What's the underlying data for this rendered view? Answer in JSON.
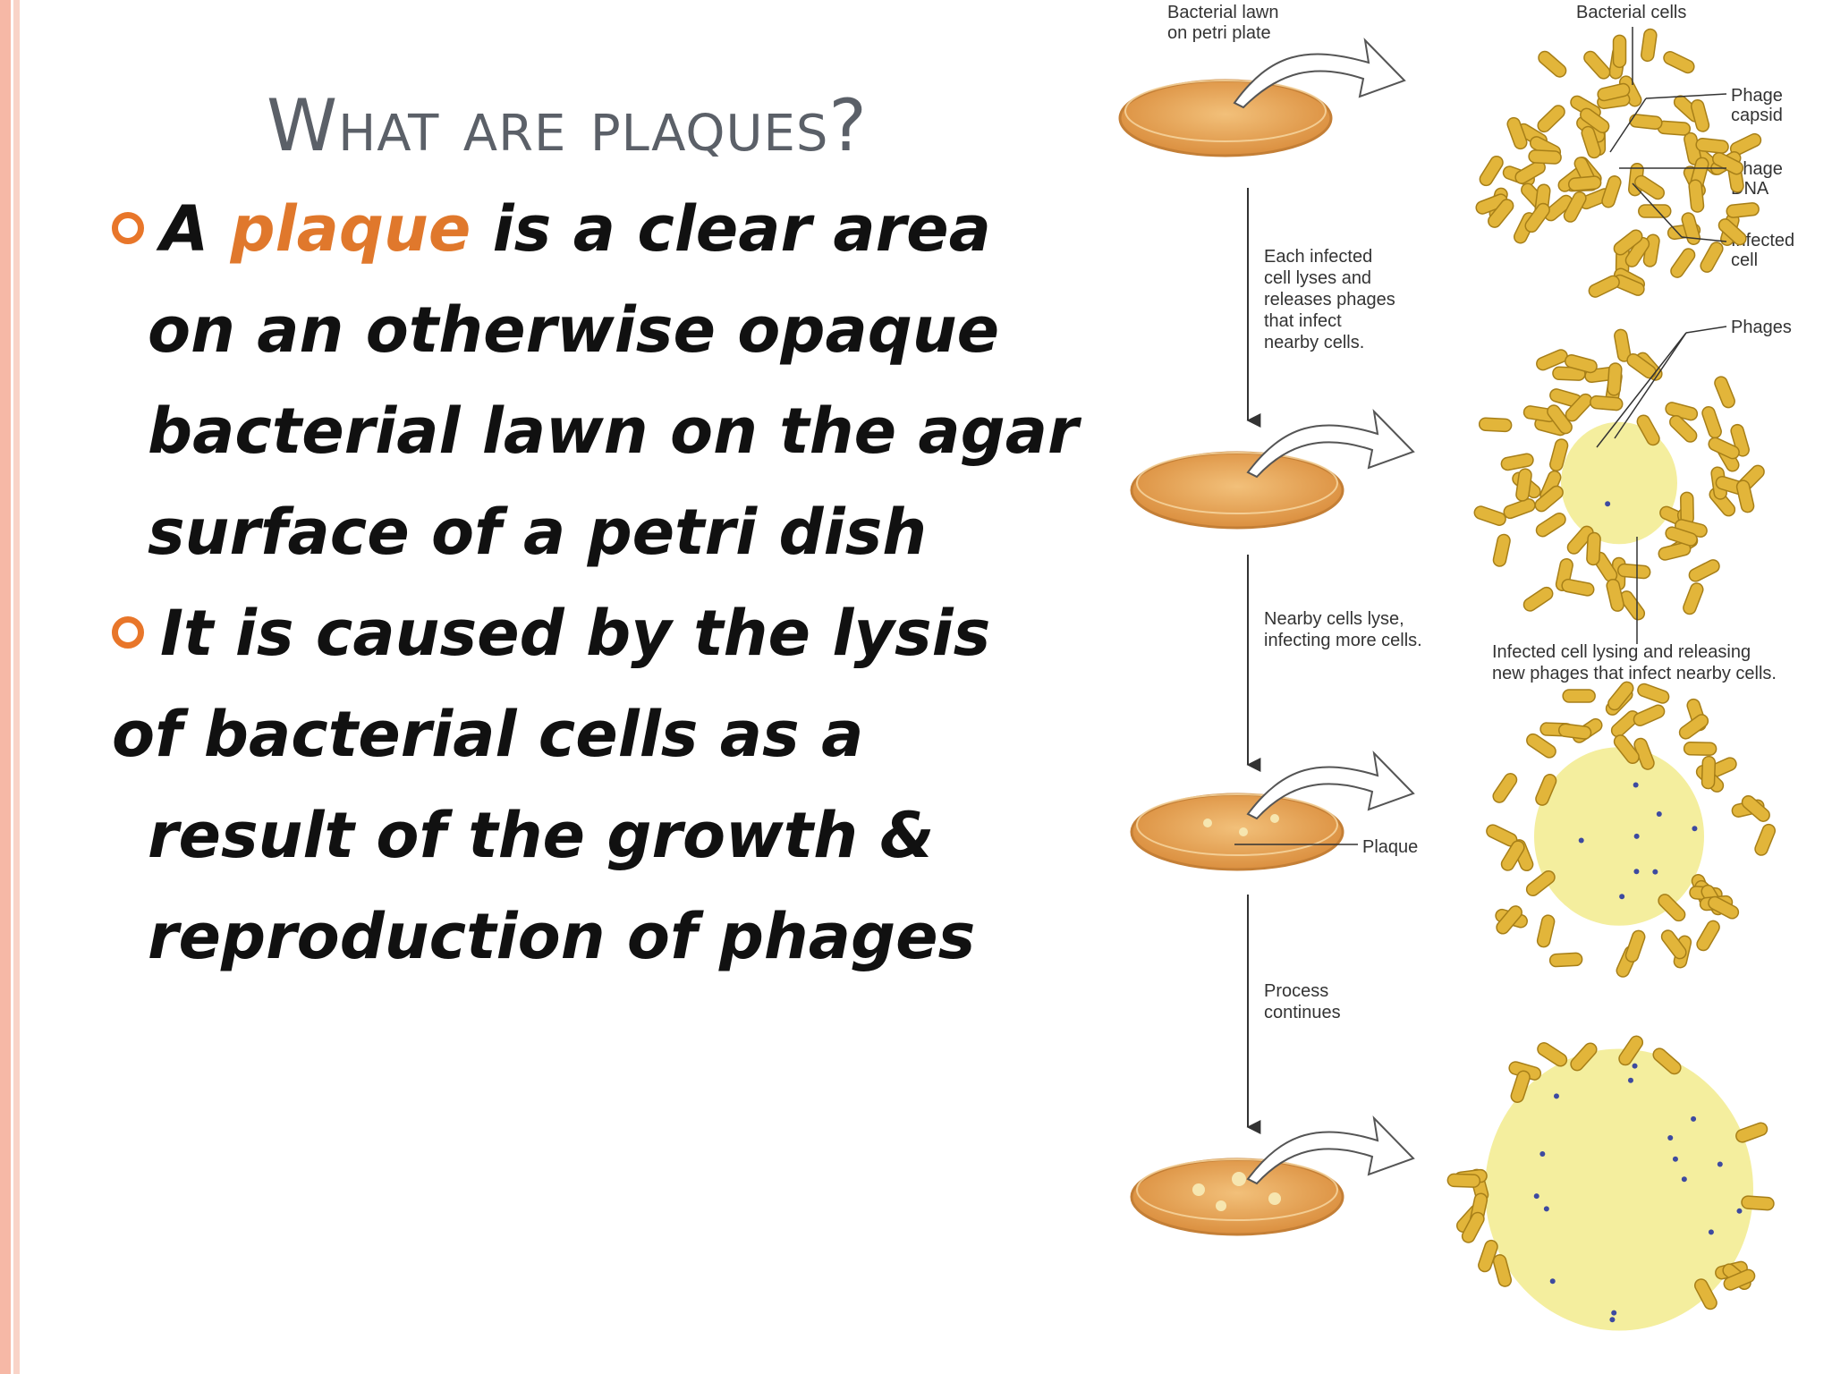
{
  "slide": {
    "title": "What are plaques?",
    "bullets": [
      {
        "lines": [
          {
            "before": "A ",
            "highlight": "plaque",
            "after": " is a clear area"
          },
          {
            "text": "on an otherwise opaque"
          },
          {
            "text": "bacterial lawn on the agar"
          },
          {
            "text": "surface of a petri dish"
          }
        ]
      },
      {
        "lines": [
          {
            "text": "It is caused by the lysis"
          },
          {
            "text": "of bacterial cells as a"
          },
          {
            "text": "result of the growth &"
          },
          {
            "text": "reproduction of phages"
          }
        ]
      }
    ],
    "accent_color": "#e0782c",
    "bullet_marker_color": "#e8762a",
    "title_color": "#5b6068"
  },
  "figure": {
    "labels": {
      "lawn_top": "Bacterial lawn",
      "lawn_bottom": "on petri plate",
      "bacterial_cells": "Bacterial cells",
      "phage_capsid_1": "Phage",
      "phage_capsid_2": "capsid",
      "phage_dna_1": "Phage",
      "phage_dna_2": "DNA",
      "infected_cell_1": "Infected",
      "infected_cell_2": "cell",
      "phages": "Phages",
      "step1_1": "Each infected",
      "step1_2": "cell lyses and",
      "step1_3": "releases phages",
      "step1_4": "that infect",
      "step1_5": "nearby cells.",
      "step2_1": "Nearby cells lyse,",
      "step2_2": "infecting more cells.",
      "caption_1": "Infected cell lysing and releasing",
      "caption_2": "new phages that infect nearby cells.",
      "plaque": "Plaque",
      "step3_1": "Process",
      "step3_2": "continues"
    },
    "colors": {
      "dish": "#e7a45c",
      "cell": "#e2b53a",
      "clearing": "#f3ec93",
      "phage": "#3d4aa0"
    }
  }
}
